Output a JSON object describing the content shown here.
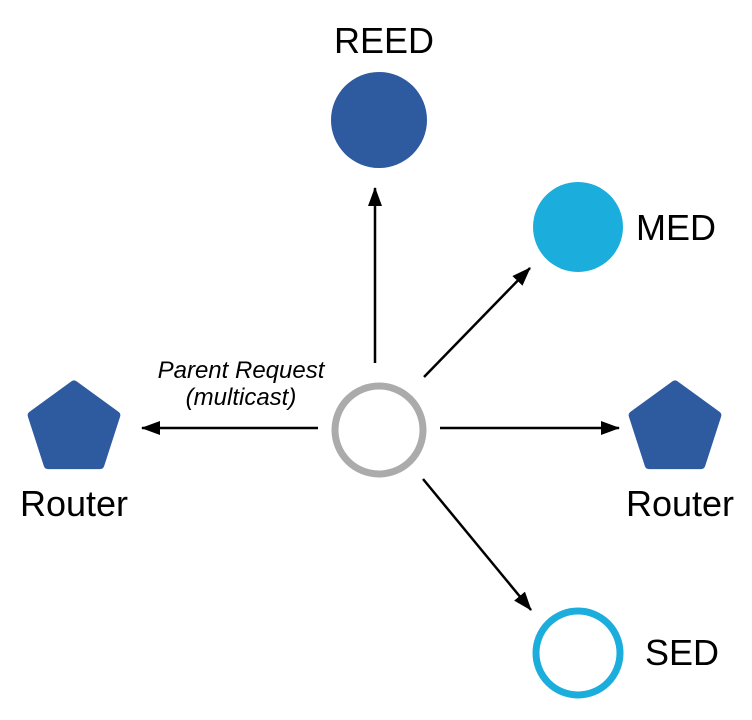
{
  "diagram": {
    "description": "Thread network attach diagram: attaching device multicasts a Parent Request to nearby routers and devices",
    "colors": {
      "blue": "#2E5A9F",
      "cyan": "#1BADDB",
      "gray": "#ABABAB",
      "arrow": "#000000",
      "text": "#000000",
      "background": "#FFFFFF"
    },
    "annotation": {
      "line1": "Parent Request",
      "line2": "(multicast)"
    },
    "nodes": [
      {
        "id": "reed",
        "label": "REED",
        "shape": "circle",
        "style": "filled-blue"
      },
      {
        "id": "med",
        "label": "MED",
        "shape": "circle",
        "style": "filled-cyan"
      },
      {
        "id": "router-right",
        "label": "Router",
        "shape": "pentagon",
        "style": "filled-blue"
      },
      {
        "id": "router-left",
        "label": "Router",
        "shape": "pentagon",
        "style": "filled-blue"
      },
      {
        "id": "sed",
        "label": "SED",
        "shape": "circle",
        "style": "outlined-cyan"
      },
      {
        "id": "attaching-device",
        "label": "",
        "shape": "circle",
        "style": "outlined-gray"
      }
    ],
    "edges": [
      {
        "from": "attaching-device",
        "to": "reed",
        "type": "arrow"
      },
      {
        "from": "attaching-device",
        "to": "med",
        "type": "arrow"
      },
      {
        "from": "attaching-device",
        "to": "router-right",
        "type": "arrow"
      },
      {
        "from": "attaching-device",
        "to": "router-left",
        "type": "arrow"
      },
      {
        "from": "attaching-device",
        "to": "sed",
        "type": "arrow"
      }
    ]
  }
}
